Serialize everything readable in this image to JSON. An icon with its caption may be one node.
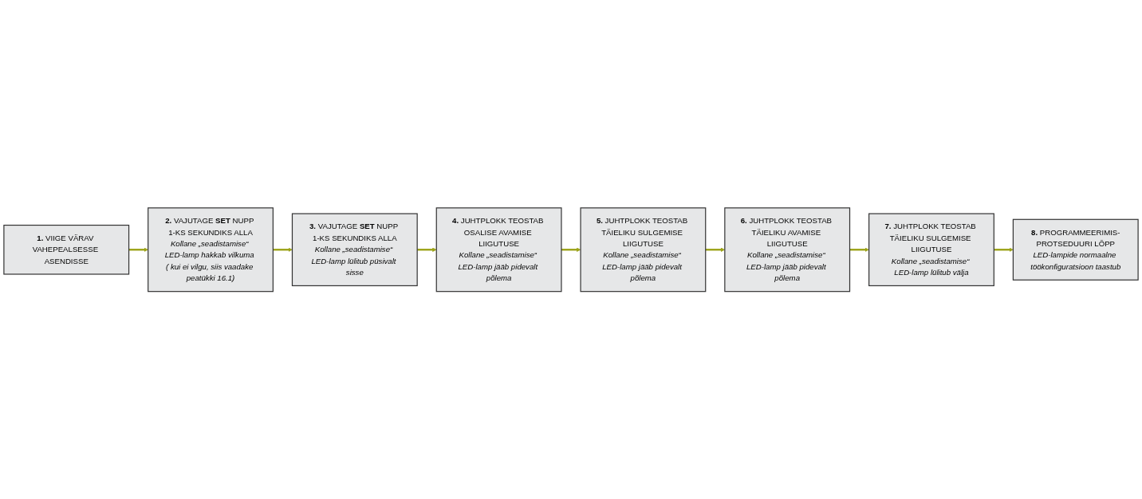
{
  "diagram": {
    "nodes": [
      {
        "text": [
          "**1.** VIIGE VÄRAV VAHEPEALSESSE ASENDISSE"
        ]
      },
      {
        "text": [
          "**2.** VAJUTAGE **SET** NUPP 1-KS SEKUNDIKS ALLA",
          "Kollane „seadistamise“ LED-lamp hakkab vilkuma ( kui ei vilgu, siis vaadake peatükki 16.1)"
        ]
      },
      {
        "text": [
          "**3.** VAJUTAGE **SET** NUPP 1-KS SEKUNDIKS ALLA",
          "Kollane „seadistamise“ LED-lamp lülitub püsivalt sisse"
        ]
      },
      {
        "text": [
          "**4.** JUHTPLOKK TEOSTAB OSALISE AVAMISE LIIGUTUSE",
          "Kollane „seadistamise“ LED-lamp jääb pidevalt põlema"
        ]
      },
      {
        "text": [
          "**5.** JUHTPLOKK TEOSTAB TÄIELIKU SULGEMISE LIIGUTUSE",
          "Kollane „seadistamise“ LED-lamp jääb pidevalt põlema"
        ]
      },
      {
        "text": [
          "**6.** JUHTPLOKK TEOSTAB TÄIELIKU AVAMISE LIIGUTUSE",
          "Kollane „seadistamise“ LED-lamp jääb pidevalt põlema"
        ]
      },
      {
        "text": [
          "**7.** JUHTPLOKK TEOSTAB TÄIELIKU SULGEMISE LIIGUTUSE",
          "Kollane „seadistamise“ LED-lamp lülitub välja"
        ]
      },
      {
        "text": [
          "**8.** PROGRAMMEERIMIS-PROTSEDUURI LÕPP",
          "LED-lampide normaalne töökonfiguratsioon taastub"
        ]
      }
    ],
    "edges": [
      {
        "from": 0,
        "to": 1,
        "arrow": "to"
      },
      {
        "from": 1,
        "to": 2,
        "arrow": "to"
      },
      {
        "from": 2,
        "to": 3,
        "arrow": "to"
      },
      {
        "from": 3,
        "to": 4,
        "arrow": "to"
      },
      {
        "from": 4,
        "to": 5,
        "arrow": "to"
      },
      {
        "from": 5,
        "to": 6,
        "arrow": "to"
      },
      {
        "from": 6,
        "to": 7,
        "arrow": "to"
      }
    ]
  }
}
